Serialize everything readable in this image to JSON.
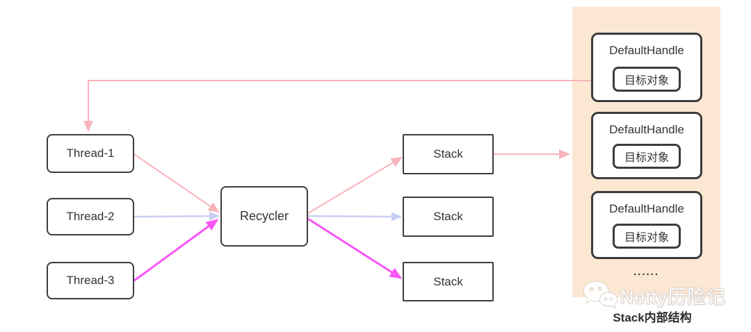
{
  "colors": {
    "pink": "#f8b3bb",
    "lavender": "#c9cff4",
    "magenta": "#f955f7",
    "panel_bg": "#fce7d3",
    "border": "#3c3c3c",
    "text": "#333333"
  },
  "nodes": {
    "threads": [
      {
        "label": "Thread-1"
      },
      {
        "label": "Thread-2"
      },
      {
        "label": "Thread-3"
      }
    ],
    "recycler": {
      "label": "Recycler"
    },
    "stacks": [
      {
        "label": "Stack"
      },
      {
        "label": "Stack"
      },
      {
        "label": "Stack"
      }
    ]
  },
  "panel": {
    "handles": [
      {
        "title": "DefaultHandle",
        "object_label": "目标对象"
      },
      {
        "title": "DefaultHandle",
        "object_label": "目标对象"
      },
      {
        "title": "DefaultHandle",
        "object_label": "目标对象"
      }
    ],
    "ellipsis": "......",
    "caption": "Stack内部结构"
  },
  "watermark": {
    "text": "Netty历险记",
    "icon": "wechat-icon"
  }
}
